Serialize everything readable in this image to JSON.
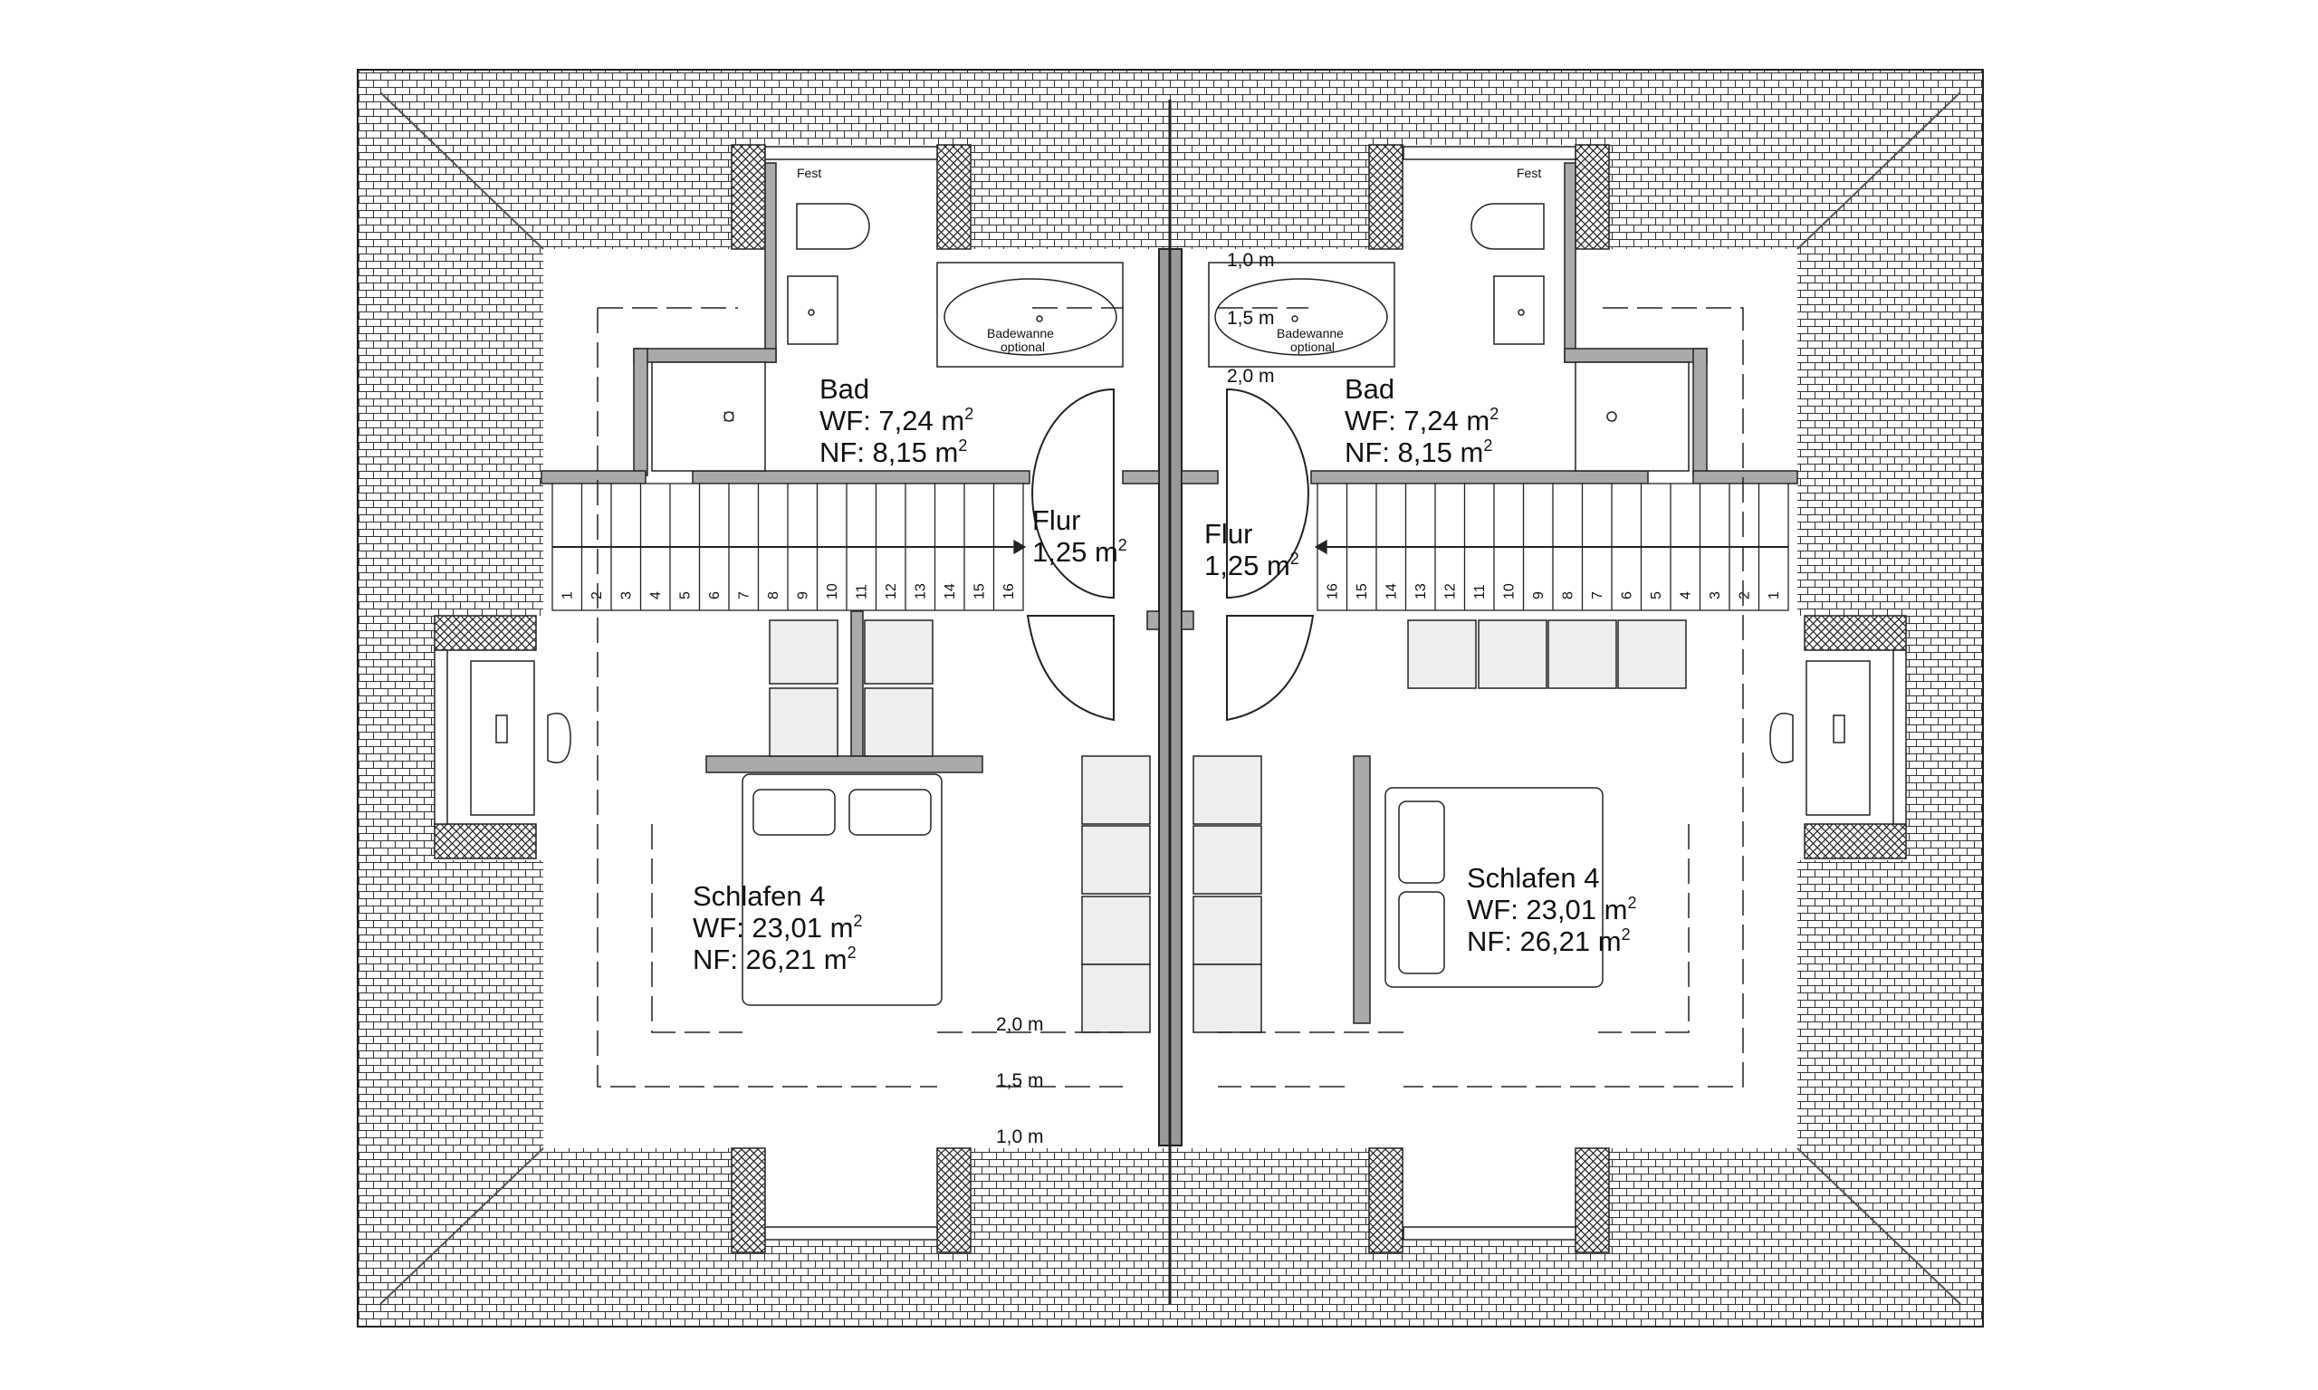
{
  "plan": {
    "left_unit": {
      "bath": {
        "name": "Bad",
        "wf": "WF: 7,24 m",
        "nf": "NF: 8,15 m",
        "sup": "2"
      },
      "hall": {
        "name": "Flur",
        "area": "1,25 m",
        "sup": "2"
      },
      "bedroom": {
        "name": "Schlafen 4",
        "wf": "WF: 23,01 m",
        "nf": "NF: 26,21 m",
        "sup": "2"
      },
      "tub_label_1": "Badewanne",
      "tub_label_2": "optional",
      "window_label": "Fest",
      "heights": [
        "2,0 m",
        "1,5 m",
        "1,0 m"
      ]
    },
    "right_unit": {
      "bath": {
        "name": "Bad",
        "wf": "WF: 7,24 m",
        "nf": "NF: 8,15 m",
        "sup": "2"
      },
      "hall": {
        "name": "Flur",
        "area": "1,25 m",
        "sup": "2"
      },
      "bedroom": {
        "name": "Schlafen 4",
        "wf": "WF: 23,01 m",
        "nf": "NF: 26,21 m",
        "sup": "2"
      },
      "tub_label_1": "Badewanne",
      "tub_label_2": "optional",
      "window_label": "Fest",
      "heights": [
        "1,0 m",
        "1,5 m",
        "2,0 m"
      ]
    },
    "stair_steps_left": [
      "1",
      "2",
      "3",
      "4",
      "5",
      "6",
      "7",
      "8",
      "9",
      "10",
      "11",
      "12",
      "13",
      "14",
      "15",
      "16"
    ],
    "stair_steps_right": [
      "16",
      "15",
      "14",
      "13",
      "12",
      "11",
      "10",
      "9",
      "8",
      "7",
      "6",
      "5",
      "4",
      "3",
      "2",
      "1"
    ]
  }
}
